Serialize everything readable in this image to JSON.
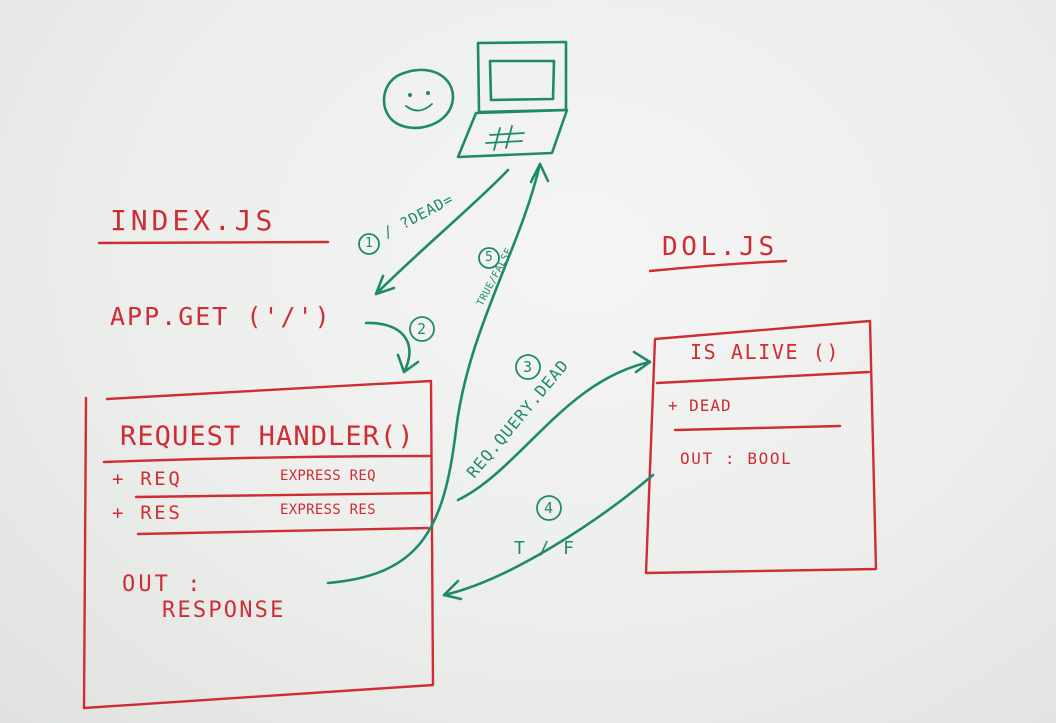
{
  "index_file": {
    "title": "INDEX.JS",
    "call": "APP.GET ('/')"
  },
  "dol_file": {
    "title": "DOL.JS"
  },
  "request_handler": {
    "name": "REQUEST HANDLER()",
    "params": [
      {
        "name": "+ REQ",
        "type": "EXPRESS REQ"
      },
      {
        "name": "+ RES",
        "type": "EXPRESS RES"
      }
    ],
    "out_label": "OUT :",
    "out_value": "RESPONSE"
  },
  "is_alive": {
    "name": "IS ALIVE ()",
    "param": "+ DEAD",
    "out": "OUT : BOOL"
  },
  "steps": {
    "s1": {
      "number": "1",
      "label": "/ ?DEAD="
    },
    "s2": {
      "number": "2"
    },
    "s3": {
      "number": "3",
      "label": "REQ.QUERY.DEAD"
    },
    "s4": {
      "number": "4",
      "label": "T / F"
    },
    "s5": {
      "number": "5",
      "label": "TRUE/FALSE"
    }
  },
  "colors": {
    "red_marker": "#cf2d34",
    "green_marker": "#1f8a6a",
    "board": "#eceeec"
  }
}
